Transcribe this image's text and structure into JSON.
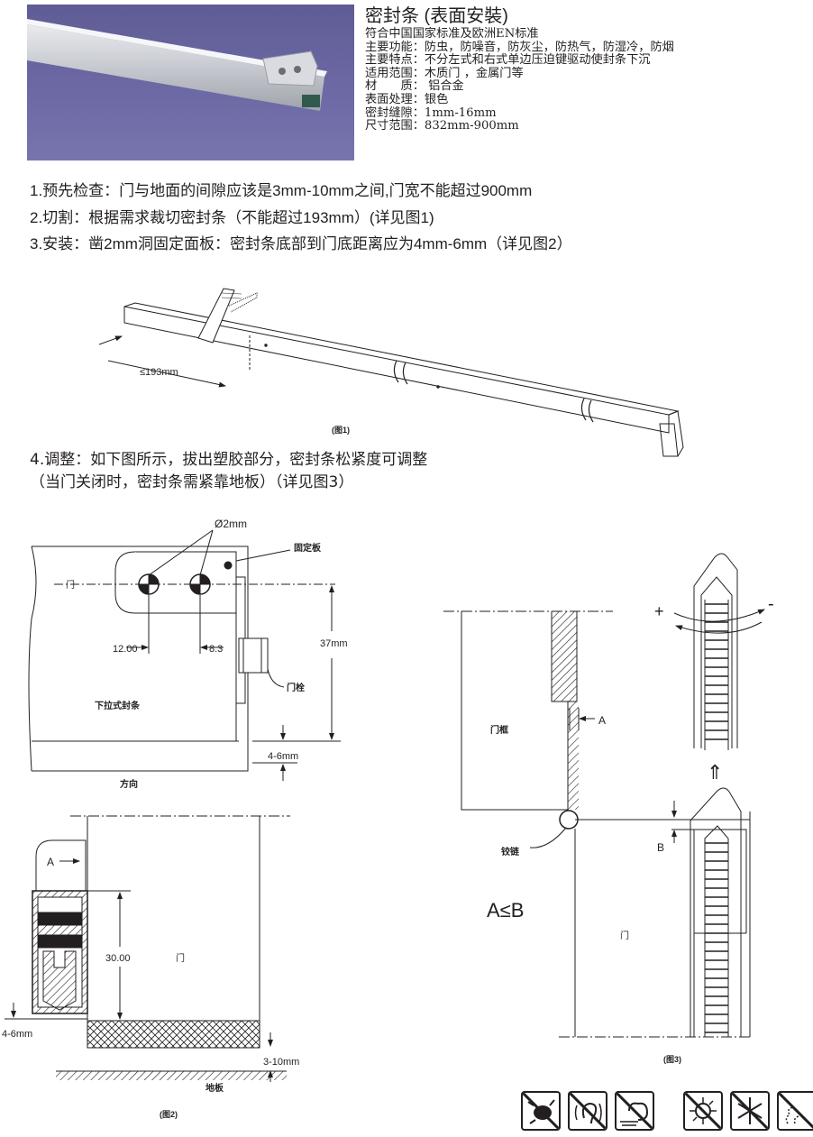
{
  "product": {
    "title": "密封条 (表面安裝)",
    "specs": [
      "符合中国国家标准及欧洲EN标准",
      "主要功能：防虫，防噪音，防灰尘，防热气，防湿冷，防烟",
      "主要特点：不分左式和右式单边压迫键驱动使封条下沉",
      "适用范围：木质门 ，金属门等",
      "材　　质： 铝合金",
      "表面处理：银色",
      "密封缝隙：1mm-16mm",
      "尺寸范围：832mm-900mm"
    ]
  },
  "steps": [
    "1.预先检查：门与地面的间隙应该是3mm-10mm之间,门宽不能超过900mm",
    "2.切割：根据需求裁切密封条（不能超过193mm）(详见图1)",
    "3.安装：凿2mm洞固定面板：密封条底部到门底距离应为4mm-6mm（详见图2）"
  ],
  "step4": [
    "4.调整：如下图所示，拔出塑胶部分，密封条松紧度可调整",
    "（当门关闭时，密封条需紧靠地板）（详见图3）"
  ],
  "fig1": {
    "cut_label": "≤193mm",
    "caption": "(图1)"
  },
  "fig_top": {
    "hole": "Ø2mm",
    "plate": "固定板",
    "door": "门",
    "dim1": "12.00",
    "dim2": "8.3",
    "height": "37mm",
    "bolt": "门栓",
    "seal": "下拉式封条",
    "gap": "4-6mm",
    "direction": "方向"
  },
  "fig2": {
    "a": "A",
    "height": "30.00",
    "door": "门",
    "gap": "4-6mm",
    "floor_gap": "3-10mm",
    "floor": "地板",
    "caption": "(图2)"
  },
  "fig3": {
    "plus": "+",
    "minus": "-",
    "frame": "门框",
    "a": "A",
    "hinge": "铰链",
    "b": "B",
    "rule": "A≤B",
    "door": "门",
    "arrow": "⇑",
    "caption": "(图3)"
  },
  "icons": [
    "no-insects-icon",
    "no-noise-icon",
    "no-dust-icon",
    "no-heat-icon",
    "no-cold-icon",
    "no-smoke-icon"
  ]
}
